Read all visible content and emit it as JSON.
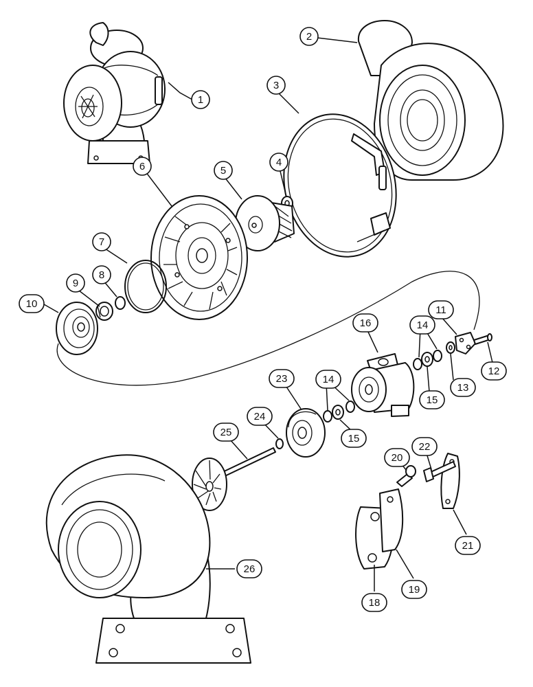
{
  "callouts": [
    "1",
    "2",
    "3",
    "4",
    "5",
    "6",
    "7",
    "8",
    "9",
    "10",
    "11",
    "12",
    "13",
    "14",
    "14",
    "15",
    "15",
    "16",
    "18",
    "19",
    "20",
    "21",
    "22",
    "23",
    "24",
    "25",
    "26"
  ],
  "colors": {
    "line": "#111111",
    "background": "#ffffff"
  }
}
